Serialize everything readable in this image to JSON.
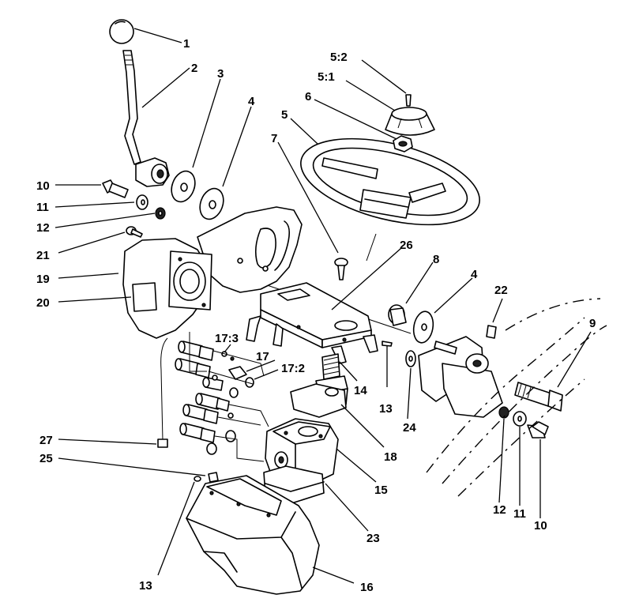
{
  "callouts": [
    {
      "id": "c1",
      "label": "1"
    },
    {
      "id": "c2",
      "label": "2"
    },
    {
      "id": "c3",
      "label": "3"
    },
    {
      "id": "c4a",
      "label": "4"
    },
    {
      "id": "c52",
      "label": "5:2"
    },
    {
      "id": "c51",
      "label": "5:1"
    },
    {
      "id": "c6",
      "label": "6"
    },
    {
      "id": "c5",
      "label": "5"
    },
    {
      "id": "c7",
      "label": "7"
    },
    {
      "id": "c10a",
      "label": "10"
    },
    {
      "id": "c11a",
      "label": "11"
    },
    {
      "id": "c12a",
      "label": "12"
    },
    {
      "id": "c21",
      "label": "21"
    },
    {
      "id": "c19",
      "label": "19"
    },
    {
      "id": "c20",
      "label": "20"
    },
    {
      "id": "c26",
      "label": "26"
    },
    {
      "id": "c8",
      "label": "8"
    },
    {
      "id": "c4b",
      "label": "4"
    },
    {
      "id": "c22",
      "label": "22"
    },
    {
      "id": "c9",
      "label": "9"
    },
    {
      "id": "c173",
      "label": "17:3"
    },
    {
      "id": "c17",
      "label": "17"
    },
    {
      "id": "c172",
      "label": "17:2"
    },
    {
      "id": "c14",
      "label": "14"
    },
    {
      "id": "c13a",
      "label": "13"
    },
    {
      "id": "c24",
      "label": "24"
    },
    {
      "id": "c18",
      "label": "18"
    },
    {
      "id": "c15",
      "label": "15"
    },
    {
      "id": "c27",
      "label": "27"
    },
    {
      "id": "c25",
      "label": "25"
    },
    {
      "id": "c23",
      "label": "23"
    },
    {
      "id": "c13b",
      "label": "13"
    },
    {
      "id": "c16",
      "label": "16"
    },
    {
      "id": "c12b",
      "label": "12"
    },
    {
      "id": "c11b",
      "label": "11"
    },
    {
      "id": "c10b",
      "label": "10"
    }
  ]
}
